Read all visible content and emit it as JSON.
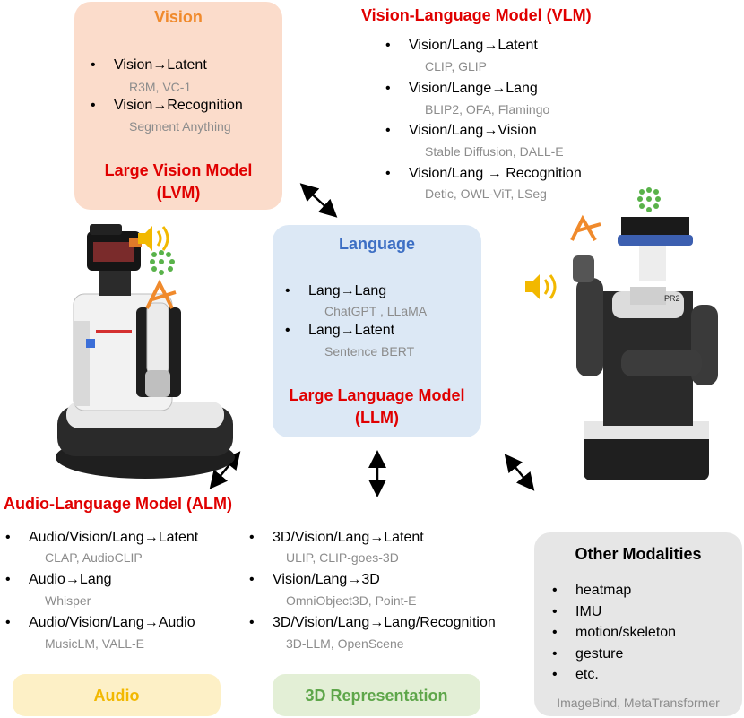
{
  "vision": {
    "title": "Vision",
    "items": [
      {
        "label": "Vision→Latent",
        "examples": "R3M, VC-1"
      },
      {
        "label": "Vision→Recognition",
        "examples": "Segment Anything"
      }
    ],
    "model_title_1": "Large Vision Model",
    "model_title_2": "(LVM)"
  },
  "vlm": {
    "title": "Vision-Language Model (VLM)",
    "items": [
      {
        "label": "Vision/Lang→Latent",
        "examples": "CLIP, GLIP"
      },
      {
        "label": "Vision/Lange→Lang",
        "examples": "BLIP2, OFA, Flamingo"
      },
      {
        "label": "Vision/Lang→Vision",
        "examples": "Stable Diffusion, DALL-E"
      },
      {
        "label": "Vision/Lang → Recognition",
        "examples": "Detic, OWL-ViT, LSeg"
      }
    ]
  },
  "language": {
    "title": "Language",
    "items": [
      {
        "label": "Lang→Lang",
        "examples": "ChatGPT , LLaMA"
      },
      {
        "label": "Lang→Latent",
        "examples": "Sentence BERT"
      }
    ],
    "model_title_1": "Large Language Model",
    "model_title_2": "(LLM)"
  },
  "alm": {
    "title": "Audio-Language Model (ALM)",
    "items": [
      {
        "label": "Audio/Vision/Lang→Latent",
        "examples": "CLAP, AudioCLIP"
      },
      {
        "label": "Audio→Lang",
        "examples": "Whisper"
      },
      {
        "label": "Audio/Vision/Lang→Audio",
        "examples": "MusicLM, VALL-E"
      }
    ],
    "box_label": "Audio"
  },
  "threed": {
    "items": [
      {
        "label": "3D/Vision/Lang→Latent",
        "examples": "ULIP, CLIP-goes-3D"
      },
      {
        "label": "Vision/Lang→3D",
        "examples": "OmniObject3D, Point-E"
      },
      {
        "label": "3D/Vision/Lang→Lang/Recognition",
        "examples": "3D-LLM, OpenScene"
      }
    ],
    "box_label": "3D Representation"
  },
  "other": {
    "title": "Other Modalities",
    "items": [
      "heatmap",
      "IMU",
      "motion/skeleton",
      "gesture",
      "etc."
    ],
    "examples": "ImageBind, MetaTransformer"
  },
  "robots": {
    "right_label": "PR2"
  },
  "colors": {
    "vision_box": "#fbdccb",
    "vision_title": "#f08a2c",
    "red_title": "#e00000",
    "language_box": "#dce8f5",
    "language_title": "#3d6fc4",
    "audio_box": "#fdf0c6",
    "audio_title": "#f2b800",
    "threed_box": "#e3efd6",
    "threed_title": "#5ea64a",
    "other_box": "#e6e6e6",
    "sub_text": "#8c8c8c"
  }
}
